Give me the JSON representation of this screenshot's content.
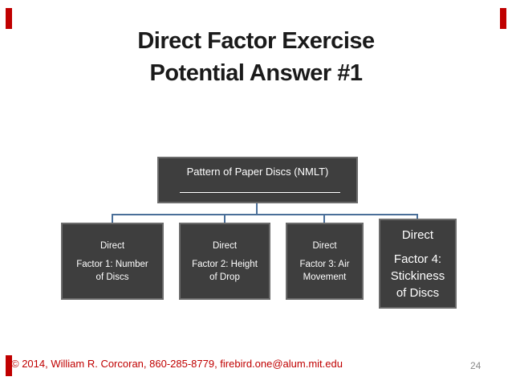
{
  "colors": {
    "background": "#FFFFFF",
    "title_text": "#1A1A1A",
    "box_fill": "#3E3E3E",
    "box_border": "#6B6B6B",
    "box_text": "#FFFFFF",
    "connector_blue": "#4A6F99",
    "footer_red": "#C00000",
    "corner_mark_red": "#C00000",
    "page_number_gray": "#8A8A8A"
  },
  "title": {
    "line1": "Direct Factor Exercise",
    "line2": "Potential Answer #1"
  },
  "diagram": {
    "root": {
      "label": "Pattern of Paper Discs (NMLT)"
    },
    "children": [
      {
        "heading": "Direct",
        "lines": [
          "Factor 1: Number",
          "of Discs"
        ]
      },
      {
        "heading": "Direct",
        "lines": [
          "Factor 2: Height",
          "of Drop"
        ]
      },
      {
        "heading": "Direct",
        "lines": [
          "Factor 3: Air",
          "Movement"
        ]
      },
      {
        "heading": "Direct",
        "lines": [
          "Factor 4:",
          "Stickiness",
          "of Discs"
        ]
      }
    ]
  },
  "footer": {
    "copyright": "© 2014, William R. Corcoran,  860-285-8779, firebird.one@alum.mit.edu",
    "page_number": "24"
  }
}
